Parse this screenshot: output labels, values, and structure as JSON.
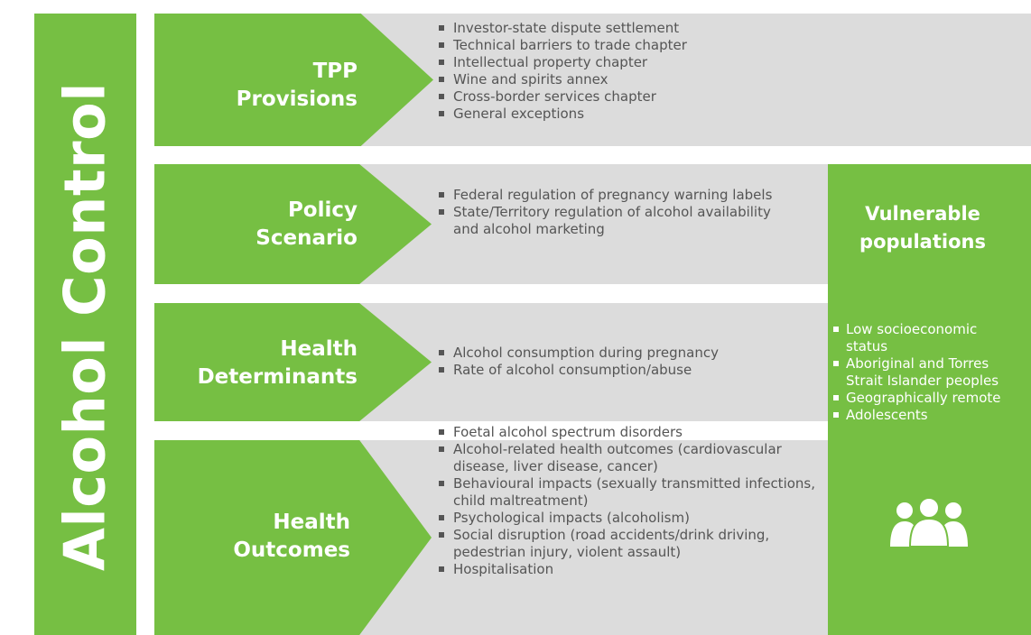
{
  "sidebar": {
    "title": "Alcohol Control"
  },
  "rows": [
    {
      "title_line1": "TPP",
      "title_line2": "Provisions",
      "items": [
        "Investor-state dispute settlement",
        "Technical barriers to trade chapter",
        "Intellectual property chapter",
        "Wine and spirits annex",
        "Cross-border services chapter",
        "General exceptions"
      ]
    },
    {
      "title_line1": "Policy",
      "title_line2": "Scenario",
      "items": [
        "Federal regulation of pregnancy warning labels",
        "State/Territory regulation of alcohol availability and alcohol marketing"
      ]
    },
    {
      "title_line1": "Health",
      "title_line2": "Determinants",
      "items": [
        "Alcohol consumption during pregnancy",
        "Rate of alcohol consumption/abuse"
      ]
    },
    {
      "title_line1": "Health",
      "title_line2": "Outcomes",
      "items": [
        "Foetal alcohol spectrum disorders",
        "Alcohol-related health outcomes (cardiovascular disease, liver disease, cancer)",
        "Behavioural impacts (sexually transmitted infections, child maltreatment)",
        "Psychological impacts (alcoholism)",
        "Social disruption (road accidents/drink driving, pedestrian injury, violent assault)",
        "Hospitalisation"
      ]
    }
  ],
  "vulnerable": {
    "title_line1": "Vulnerable",
    "title_line2": "populations",
    "items": [
      "Low socioeconomic",
      "status",
      "Aboriginal and Torres",
      "Strait Islander peoples",
      "Geographically remote",
      "Adolescents"
    ],
    "icon": "people-group-icon"
  },
  "colors": {
    "green": "#76bf43",
    "gray": "#dcdcdc",
    "text": "#555555"
  }
}
